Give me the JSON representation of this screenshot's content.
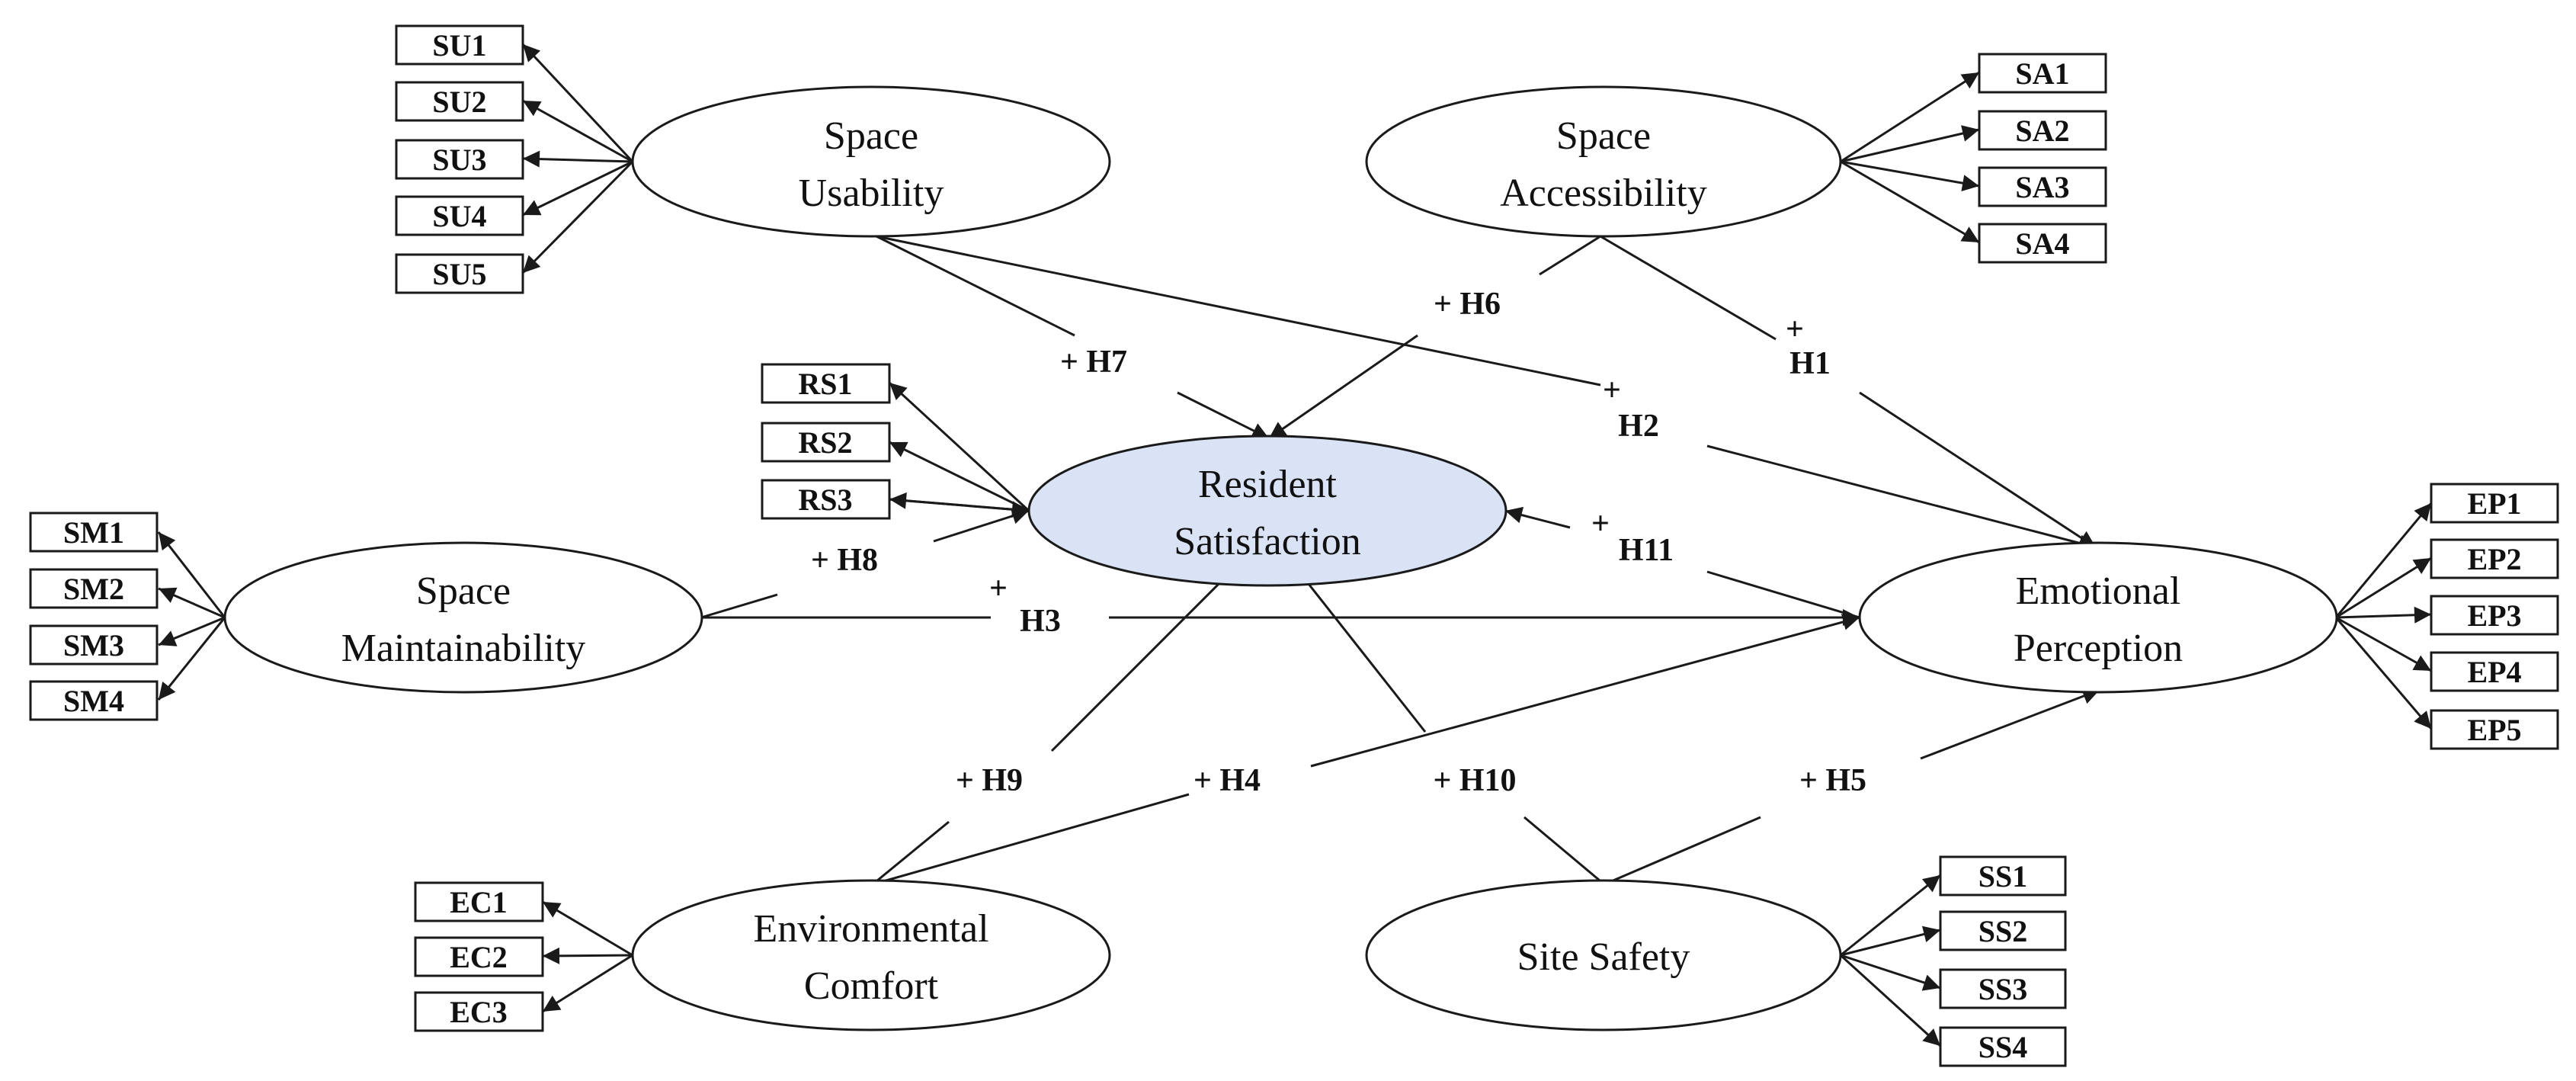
{
  "colors": {
    "stroke": "#1a1a1a",
    "focal_fill": "#d9e3f5",
    "background": "#ffffff"
  },
  "constructs": {
    "su": {
      "line1": "Space",
      "line2": "Usability"
    },
    "sa": {
      "line1": "Space",
      "line2": "Accessibility"
    },
    "rs": {
      "line1": "Resident",
      "line2": "Satisfaction"
    },
    "sm": {
      "line1": "Space",
      "line2": "Maintainability"
    },
    "ep": {
      "line1": "Emotional",
      "line2": "Perception"
    },
    "ec": {
      "line1": "Environmental",
      "line2": "Comfort"
    },
    "ss": {
      "line1": "Site Safety"
    }
  },
  "indicators": {
    "su": [
      "SU1",
      "SU2",
      "SU3",
      "SU4",
      "SU5"
    ],
    "sa": [
      "SA1",
      "SA2",
      "SA3",
      "SA4"
    ],
    "rs": [
      "RS1",
      "RS2",
      "RS3"
    ],
    "sm": [
      "SM1",
      "SM2",
      "SM3",
      "SM4"
    ],
    "ep": [
      "EP1",
      "EP2",
      "EP3",
      "EP4",
      "EP5"
    ],
    "ec": [
      "EC1",
      "EC2",
      "EC3"
    ],
    "ss": [
      "SS1",
      "SS2",
      "SS3",
      "SS4"
    ]
  },
  "hypotheses": {
    "h1": {
      "sign": "+",
      "label": "H1"
    },
    "h2": {
      "sign": "+",
      "label": "H2"
    },
    "h3": {
      "sign": "+",
      "label": "H3"
    },
    "h4": {
      "label": "+ H4"
    },
    "h5": {
      "label": "+  H5"
    },
    "h6": {
      "label": "+  H6"
    },
    "h7": {
      "label": "+  H7"
    },
    "h8": {
      "label": "+  H8"
    },
    "h9": {
      "label": "+ H9"
    },
    "h10": {
      "label": "+  H10"
    },
    "h11": {
      "sign": "+",
      "label": "H11"
    }
  }
}
